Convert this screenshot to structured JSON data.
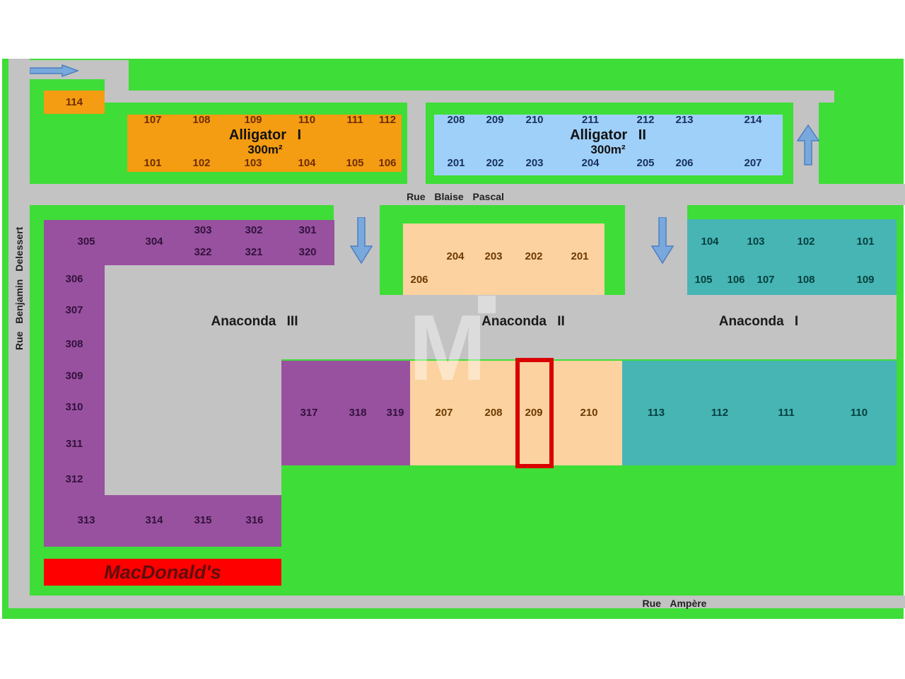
{
  "streets": {
    "left_vertical": "Rue Benjamin Delessert",
    "pascal": "Rue Blaise Pascal",
    "ampere": "Rue Ampère"
  },
  "buildings": {
    "unit114": "114",
    "alligator1": {
      "title": "Alligator I",
      "area": "300m²",
      "top_units": [
        "107",
        "108",
        "109",
        "110",
        "111",
        "112"
      ],
      "bottom_units": [
        "101",
        "102",
        "103",
        "104",
        "105",
        "106"
      ]
    },
    "alligator2": {
      "title": "Alligator II",
      "area": "300m²",
      "top_units": [
        "208",
        "209",
        "210",
        "211",
        "212",
        "213",
        "214"
      ],
      "bottom_units": [
        "201",
        "202",
        "203",
        "204",
        "205",
        "206",
        "207"
      ]
    },
    "anaconda3": {
      "label": "Anaconda III",
      "units": [
        "305",
        "304",
        "303",
        "302",
        "301",
        "322",
        "321",
        "320",
        "306",
        "307",
        "308",
        "309",
        "310",
        "311",
        "312",
        "313",
        "314",
        "315",
        "316",
        "317",
        "318",
        "319"
      ]
    },
    "anaconda2": {
      "label": "Anaconda II",
      "upper_units": [
        "204",
        "203",
        "202",
        "201",
        "206"
      ],
      "lower_units": [
        "207",
        "208",
        "209",
        "210"
      ]
    },
    "anaconda1": {
      "label": "Anaconda I",
      "upper_top_units": [
        "104",
        "103",
        "102",
        "101"
      ],
      "upper_bottom_units": [
        "105",
        "106",
        "107",
        "108",
        "109"
      ],
      "lower_units": [
        "113",
        "112",
        "111",
        "110"
      ]
    },
    "macdonalds": "MacDonald's"
  },
  "highlight": {
    "unit": "209",
    "color": "#d90000"
  },
  "watermark": {
    "letter": "M"
  },
  "icons": {
    "arrow_right": "right-direction-arrow",
    "arrow_down": "down-direction-arrow",
    "arrow_up": "up-direction-arrow"
  },
  "colors": {
    "grass_green": "#3edd37",
    "road_gray": "#c3c3c3",
    "alligator1_orange": "#f49c12",
    "alligator2_blue": "#9fd0f9",
    "anaconda3_purple": "#98519f",
    "anaconda2_peach": "#fbd2a0",
    "anaconda1_teal": "#46b5b4",
    "macdonalds_red": "#fe0000",
    "highlight_red": "#d90000",
    "arrow_blue": "#79a8dd"
  }
}
